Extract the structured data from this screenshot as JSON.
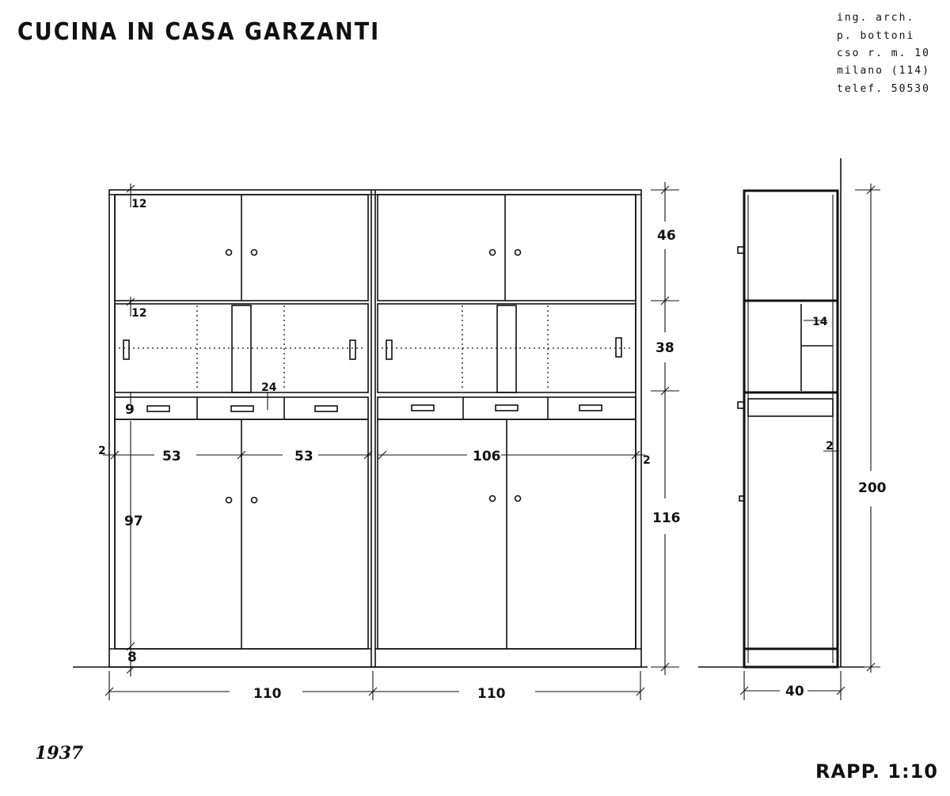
{
  "title": "CUCINA IN CASA GARZANTI",
  "architect_stamp": [
    "ing. arch.",
    "p. bottoni",
    "cso r. m. 10",
    "milano (114)",
    "telef. 50530"
  ],
  "scale_note": "RAPP. 1:10",
  "year": "1937",
  "dimensions": {
    "upper_height": "46",
    "middle_height": "38",
    "lower_height": "116",
    "total_height": "200",
    "depth": "40",
    "bay_width_left": "110",
    "bay_width_right": "110",
    "door_left_a": "53",
    "door_left_b": "53",
    "door_right": "106",
    "side_left": "2",
    "side_right": "2",
    "side_section": "2",
    "shelf_top": "12",
    "shelf_mid": "12",
    "drawer_height": "9",
    "plinth": "8",
    "lower_door_height": "97",
    "shelf_gap": "24",
    "section_shelf": "14"
  }
}
